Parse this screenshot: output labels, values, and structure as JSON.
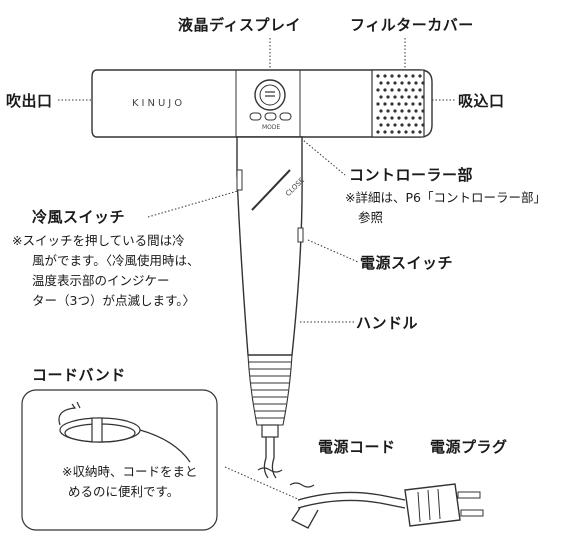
{
  "labels": {
    "lcd_display": "液晶ディスプレイ",
    "filter_cover": "フィルターカバー",
    "outlet": "吹出口",
    "inlet": "吸込口",
    "controller": "コントローラー部",
    "controller_note_1": "※詳細は、P6「コントローラー部」",
    "controller_note_2": "参照",
    "cool_switch": "冷風スイッチ",
    "cool_note": [
      "※スイッチを押している間は冷",
      "風がでます。〈冷風使用時は、",
      "温度表示部のインジケー",
      "ター（3つ）が点滅します。〉"
    ],
    "power_switch": "電源スイッチ",
    "handle": "ハンドル",
    "cord_band": "コードバンド",
    "cord_band_note": [
      "※収納時、コードをまと",
      "めるのに便利です。"
    ],
    "power_cord": "電源コード",
    "power_plug": "電源プラグ"
  },
  "device": {
    "brand": "KINUJO",
    "mode_label": "MODE",
    "close_label": "CLOSE"
  }
}
